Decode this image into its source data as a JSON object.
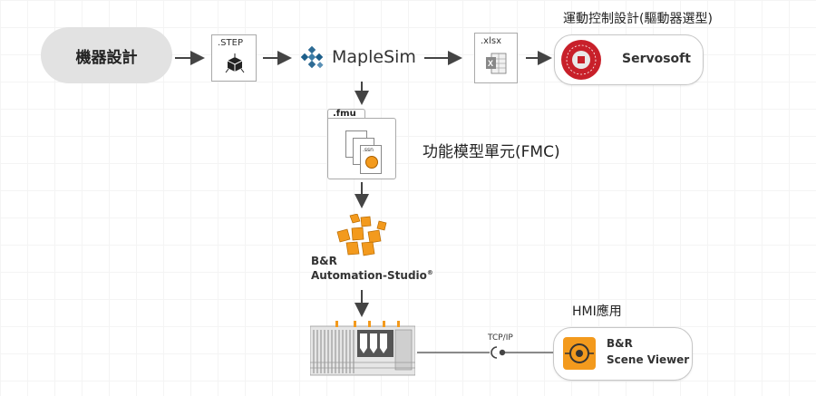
{
  "top_right_label": "運動控制設計(驅動器選型)",
  "machine_design": "機器設計",
  "step_file": ".STEP",
  "maplesim": "MapleSim",
  "xlsx_file": ".xlsx",
  "servosoft": "Servosoft",
  "fmu_file": ".fmu",
  "fmu_inner_file": ".ssn",
  "fmc_label": "功能模型單元(FMC)",
  "br_automation": {
    "line1": "B&R",
    "line2": "Automation-Studio",
    "mark": "®"
  },
  "hmi_label": "HMI應用",
  "tcp_label": "TCP/IP",
  "scene_viewer": {
    "line1": "B&R",
    "line2": "Scene Viewer"
  },
  "colors": {
    "accent_orange": "#f39a1d",
    "servo_red": "#c8202a",
    "maplesim_blue": "#1c5e8a"
  }
}
